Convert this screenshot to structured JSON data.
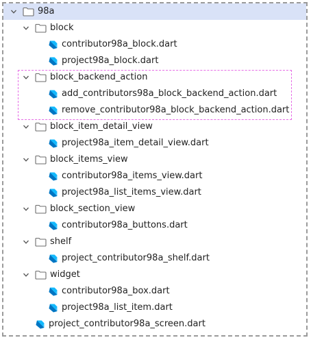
{
  "tree": {
    "root": {
      "label": "98a",
      "expanded": true,
      "selected": true
    },
    "items": [
      {
        "type": "folder",
        "label": "block",
        "expanded": true
      },
      {
        "type": "file",
        "label": "contributor98a_block.dart"
      },
      {
        "type": "file",
        "label": "project98a_block.dart"
      },
      {
        "type": "folder",
        "label": "block_backend_action",
        "expanded": true
      },
      {
        "type": "file",
        "label": "add_contributors98a_block_backend_action.dart"
      },
      {
        "type": "file",
        "label": "remove_contributor98a_block_backend_action.dart"
      },
      {
        "type": "folder",
        "label": "block_item_detail_view",
        "expanded": true
      },
      {
        "type": "file",
        "label": "project98a_item_detail_view.dart"
      },
      {
        "type": "folder",
        "label": "block_items_view",
        "expanded": true
      },
      {
        "type": "file",
        "label": "contributor98a_items_view.dart"
      },
      {
        "type": "file",
        "label": "project98a_list_items_view.dart"
      },
      {
        "type": "folder",
        "label": "block_section_view",
        "expanded": true
      },
      {
        "type": "file",
        "label": "contributor98a_buttons.dart"
      },
      {
        "type": "folder",
        "label": "shelf",
        "expanded": true
      },
      {
        "type": "file",
        "label": "project_contributor98a_shelf.dart"
      },
      {
        "type": "folder",
        "label": "widget",
        "expanded": true
      },
      {
        "type": "file",
        "label": "contributor98a_box.dart"
      },
      {
        "type": "file",
        "label": "project98a_list_item.dart"
      },
      {
        "type": "file",
        "label": "project_contributor98a_screen.dart"
      }
    ]
  },
  "colors": {
    "selection": "#d9e2f7",
    "highlight_border": "#e66ce6",
    "frame_border": "#9a9a9a",
    "folder_stroke": "#6b6b6b",
    "dart_light": "#40c4ff",
    "dart_dark": "#0175c2"
  },
  "icons": {
    "chevron": "chevron-down-icon",
    "folder": "folder-icon",
    "file": "dart-file-icon"
  }
}
